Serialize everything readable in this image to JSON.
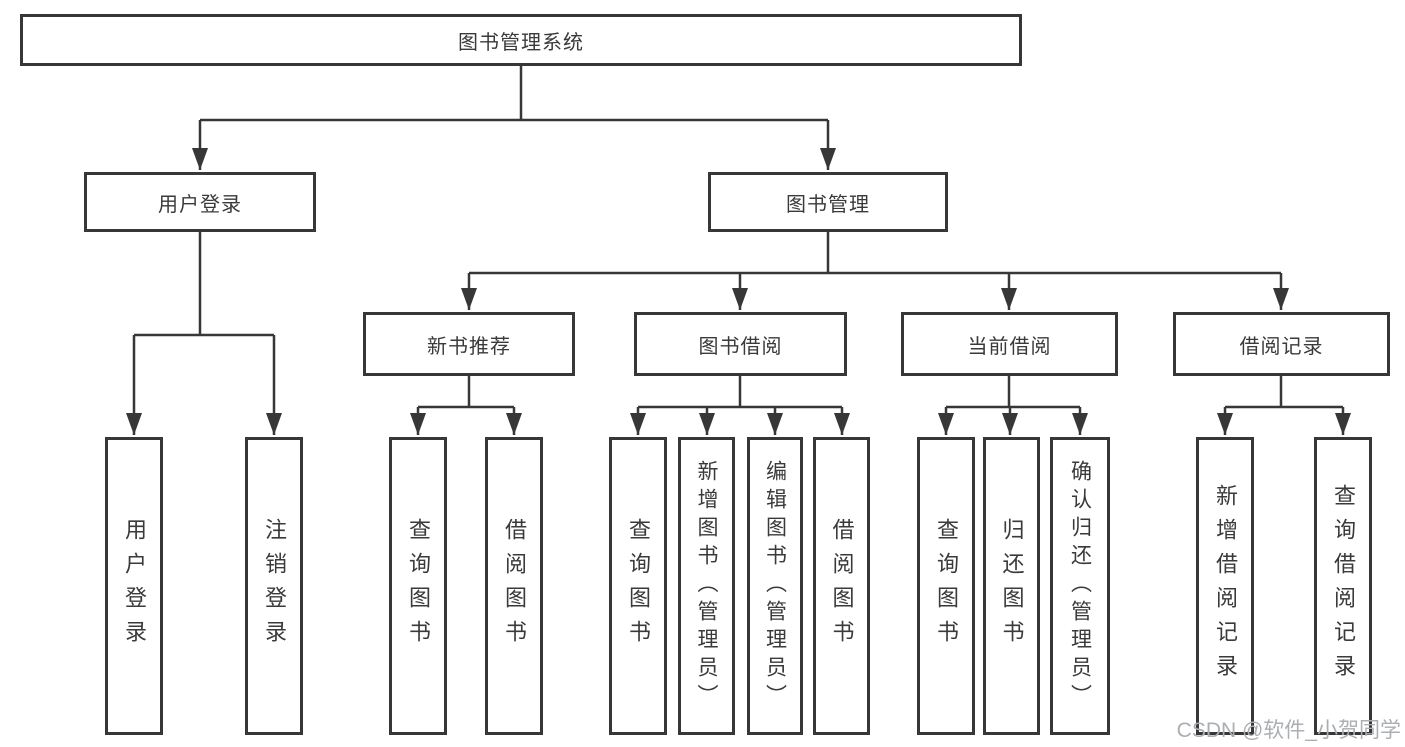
{
  "diagram": {
    "root": "图书管理系统",
    "level2": [
      "用户登录",
      "图书管理"
    ],
    "level3": [
      "新书推荐",
      "图书借阅",
      "当前借阅",
      "借阅记录"
    ],
    "leaves": {
      "user": [
        "用户登录",
        "注销登录"
      ],
      "new_books": [
        "查询图书",
        "借阅图书"
      ],
      "book_borrow": [
        "查询图书",
        "新增图书（管理员）",
        "编辑图书（管理员）",
        "借阅图书"
      ],
      "current_borrow": [
        "查询图书",
        "归还图书",
        "确认归还（管理员）"
      ],
      "records": [
        "新增借阅记录",
        "查询借阅记录"
      ]
    }
  },
  "watermark": "CSDN @软件_小贺同学",
  "colors": {
    "line": "#373737",
    "text": "#3a3a3a",
    "watermark": "#abaeb2",
    "background": "#ffffff"
  }
}
